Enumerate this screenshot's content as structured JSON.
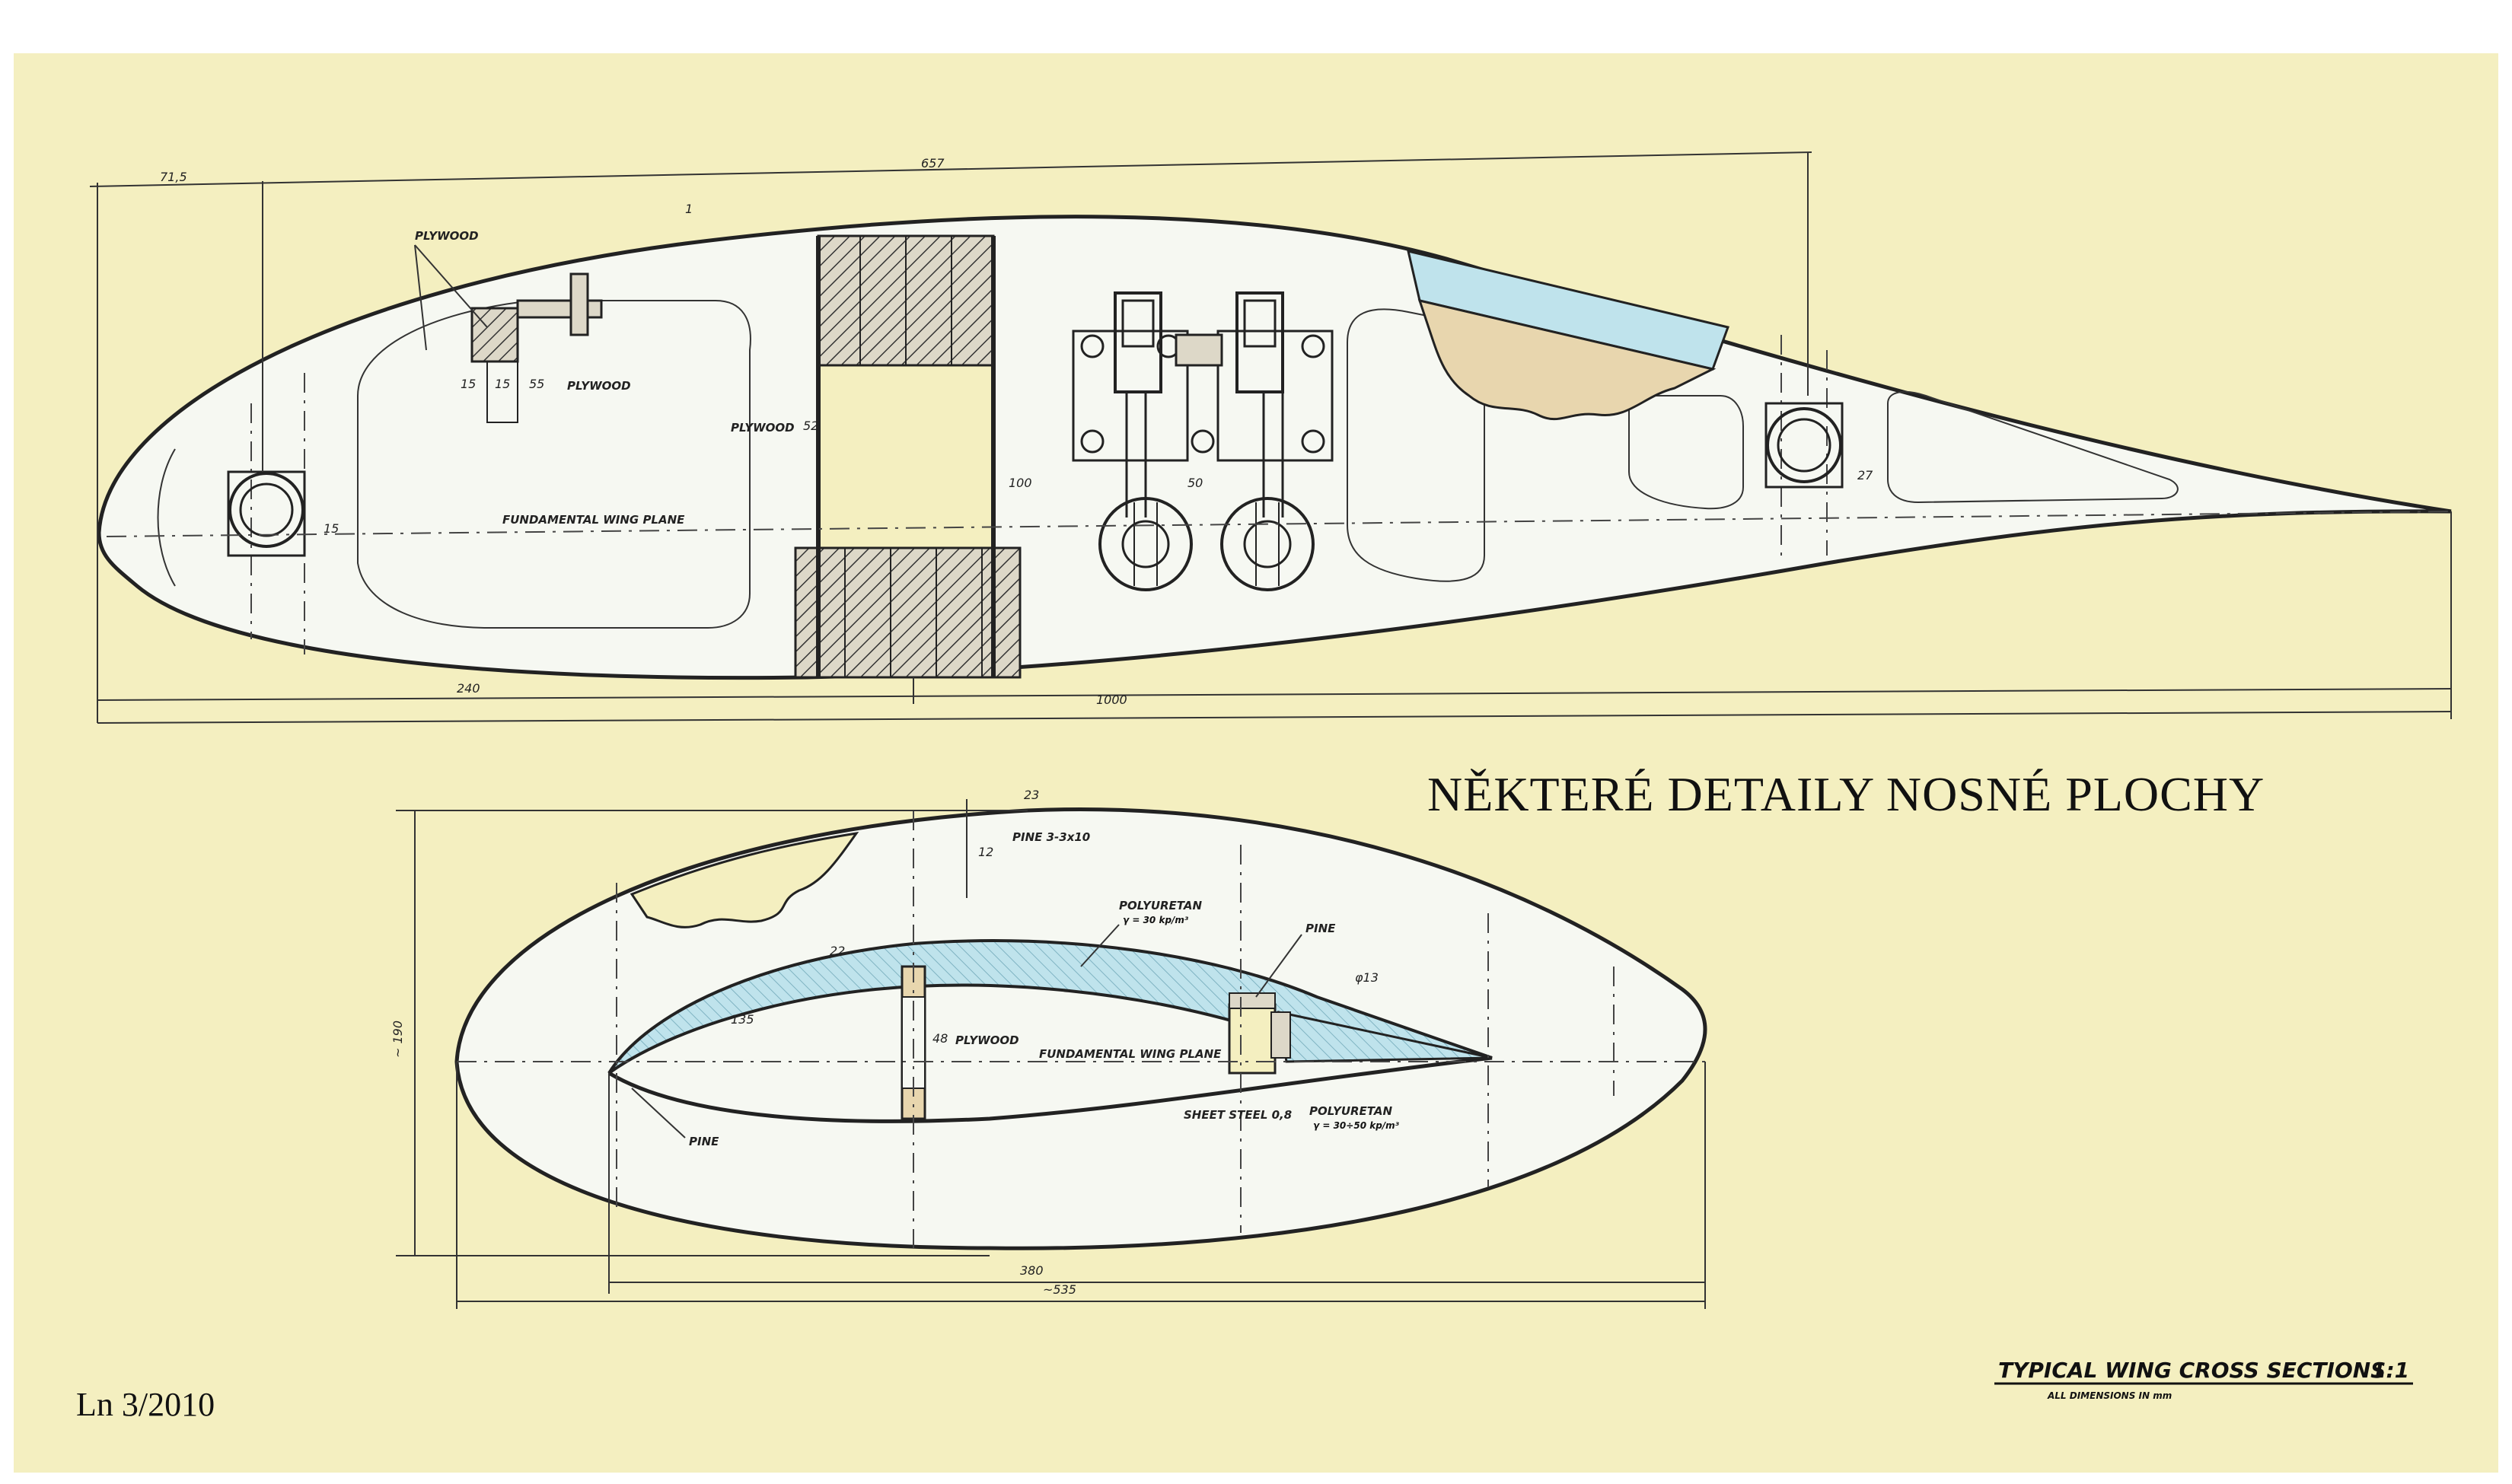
{
  "title": "NĚKTERÉ  DETAILY  NOSNÉ  PLOCHY",
  "signature": "Ln 3/2010",
  "caption": {
    "main": "TYPICAL WING CROSS SECTIONS",
    "scale": "1:1",
    "sub": "ALL DIMENSIONS IN mm"
  },
  "upper_section": {
    "dims": {
      "d_71_5": "71,5",
      "d_657": "657",
      "d_240": "240",
      "d_1000": "1000",
      "d_1": "1",
      "d_15": "15",
      "d_50": "50",
      "d_100": "100",
      "d_27": "27",
      "d_52": "52",
      "d_15b": "15",
      "d_15c": "15",
      "d_55": "55"
    },
    "labels": {
      "plywood_top": "PLYWOOD",
      "plywood_mid": "PLYWOOD",
      "plywood_spar": "PLYWOOD",
      "fundamental": "FUNDAMENTAL WING PLANE"
    }
  },
  "lower_section": {
    "dims": {
      "d_23": "23",
      "d_22": "22",
      "d_135": "135",
      "d_190": "~ 190",
      "d_380": "380",
      "d_535": "~535",
      "d_12": "12",
      "d_phi13": "φ13",
      "d_48": "48"
    },
    "labels": {
      "pine_top": "PINE 3-3x10",
      "polyuretan_top": "POLYURETAN",
      "polyuretan_top_sub": "γ = 30 kp/m³",
      "pine_right": "PINE",
      "plywood": "PLYWOOD",
      "fundamental": "FUNDAMENTAL WING PLANE",
      "sheet_steel": "SHEET STEEL 0,8",
      "polyuretan_bottom": "POLYURETAN",
      "polyuretan_bottom_sub": "γ = 30÷50 kp/m³",
      "pine_left": "PINE"
    }
  },
  "colors": {
    "paper": "#f4efc0",
    "section_fill": "#f6f8f2",
    "foam_blue": "#bfe3ec",
    "wood_tan": "#e8d6ae",
    "ink": "#222222"
  }
}
